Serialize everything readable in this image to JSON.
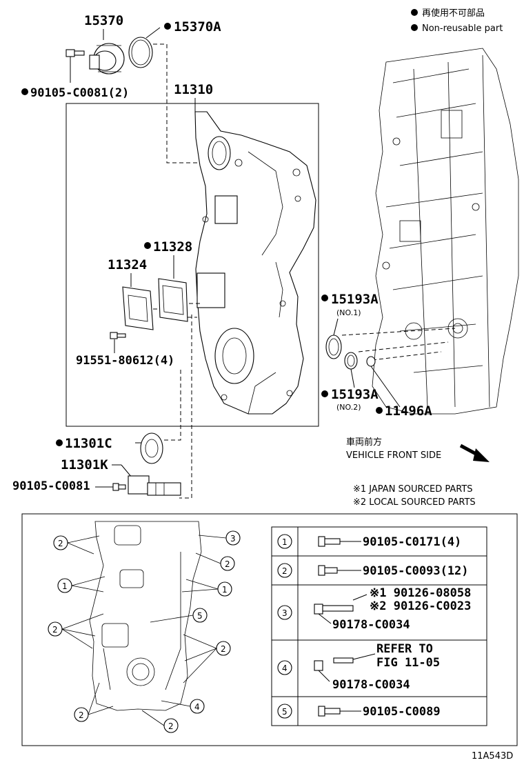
{
  "legend": {
    "jp": "再使用不可部品",
    "en": "Non-reusable part"
  },
  "parts": {
    "p15370": "15370",
    "p15370A": "15370A",
    "p90105_c0081_2": "90105-C0081(2)",
    "p11310": "11310",
    "p11328": "11328",
    "p11324": "11324",
    "p91551": "91551-80612(4)",
    "p15193A_1": "15193A",
    "no1": "(NO.1)",
    "p15193A_2": "15193A",
    "no2": "(NO.2)",
    "p11496A": "11496A",
    "p11301C": "11301C",
    "p11301K": "11301K",
    "p90105_c0081": "90105-C0081"
  },
  "vehicle": {
    "jp": "車両前方",
    "en": "VEHICLE FRONT SIDE"
  },
  "notes": {
    "n1": "※1 JAPAN SOURCED PARTS",
    "n2": "※2 LOCAL SOURCED PARTS"
  },
  "bolt_table": [
    {
      "no": "1",
      "part": "90105-C0171(4)"
    },
    {
      "no": "2",
      "part": "90105-C0093(12)"
    },
    {
      "no": "3",
      "a": "※1 90126-08058",
      "b": "※2 90126-C0023",
      "c": "90178-C0034"
    },
    {
      "no": "4",
      "a": "REFER TO",
      "b": "FIG 11-05",
      "c": "90178-C0034"
    },
    {
      "no": "5",
      "part": "90105-C0089"
    }
  ],
  "callouts": {
    "c1": "1",
    "c2": "2",
    "c3": "3",
    "c4": "4",
    "c5": "5"
  },
  "figure_id": "11A543D",
  "colors": {
    "ink": "#000000",
    "paper": "#ffffff"
  }
}
